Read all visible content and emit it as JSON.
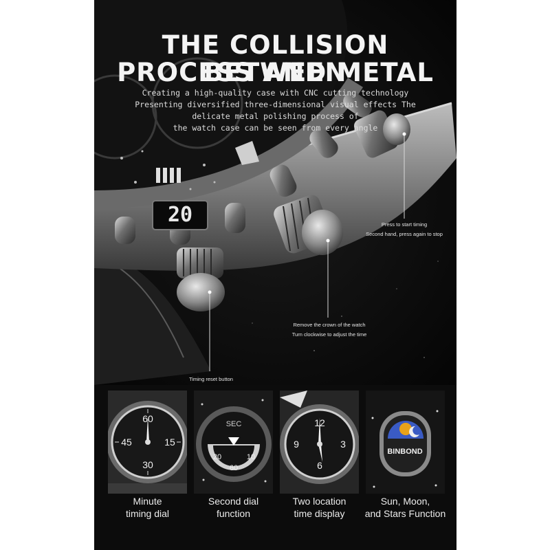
{
  "headline": {
    "line1": "THE COLLISION BETWEEN",
    "line2": "PROCESS AND METAL"
  },
  "subtitle": {
    "line1": "Creating a high-quality case with CNC cutting technology",
    "line2": "Presenting diversified three-dimensional visual effects The",
    "line3": "delicate metal polishing process of",
    "line4": "the watch case can be seen from every angle"
  },
  "callouts": {
    "start": {
      "line1": "Press to start timing",
      "line2": "Second hand, press again to stop"
    },
    "crown": {
      "line1": "Remove the crown of the watch",
      "line2": "Turn clockwise to adjust the time"
    },
    "reset": {
      "line1": "Timing reset button"
    }
  },
  "watch_date": "20",
  "features": [
    {
      "line1": "Minute",
      "line2": "timing dial",
      "dial_numbers": [
        "60",
        "15",
        "30",
        "45"
      ]
    },
    {
      "line1": "Second dial",
      "line2": "function",
      "dial_label": "SEC",
      "dial_numbers": [
        "20",
        "60",
        "10"
      ]
    },
    {
      "line1": "Two location",
      "line2": "time display",
      "dial_numbers": [
        "12",
        "3",
        "6",
        "9"
      ]
    },
    {
      "line1": "Sun, Moon,",
      "line2": "and Stars Function",
      "brand": "BINBOND"
    }
  ],
  "colors": {
    "background": "#0c0c0c",
    "text": "#f2f2f2",
    "metal": "#8a8a8a",
    "accent_sun": "#e8a21a",
    "accent_moon_sky": "#3a5bc4"
  }
}
